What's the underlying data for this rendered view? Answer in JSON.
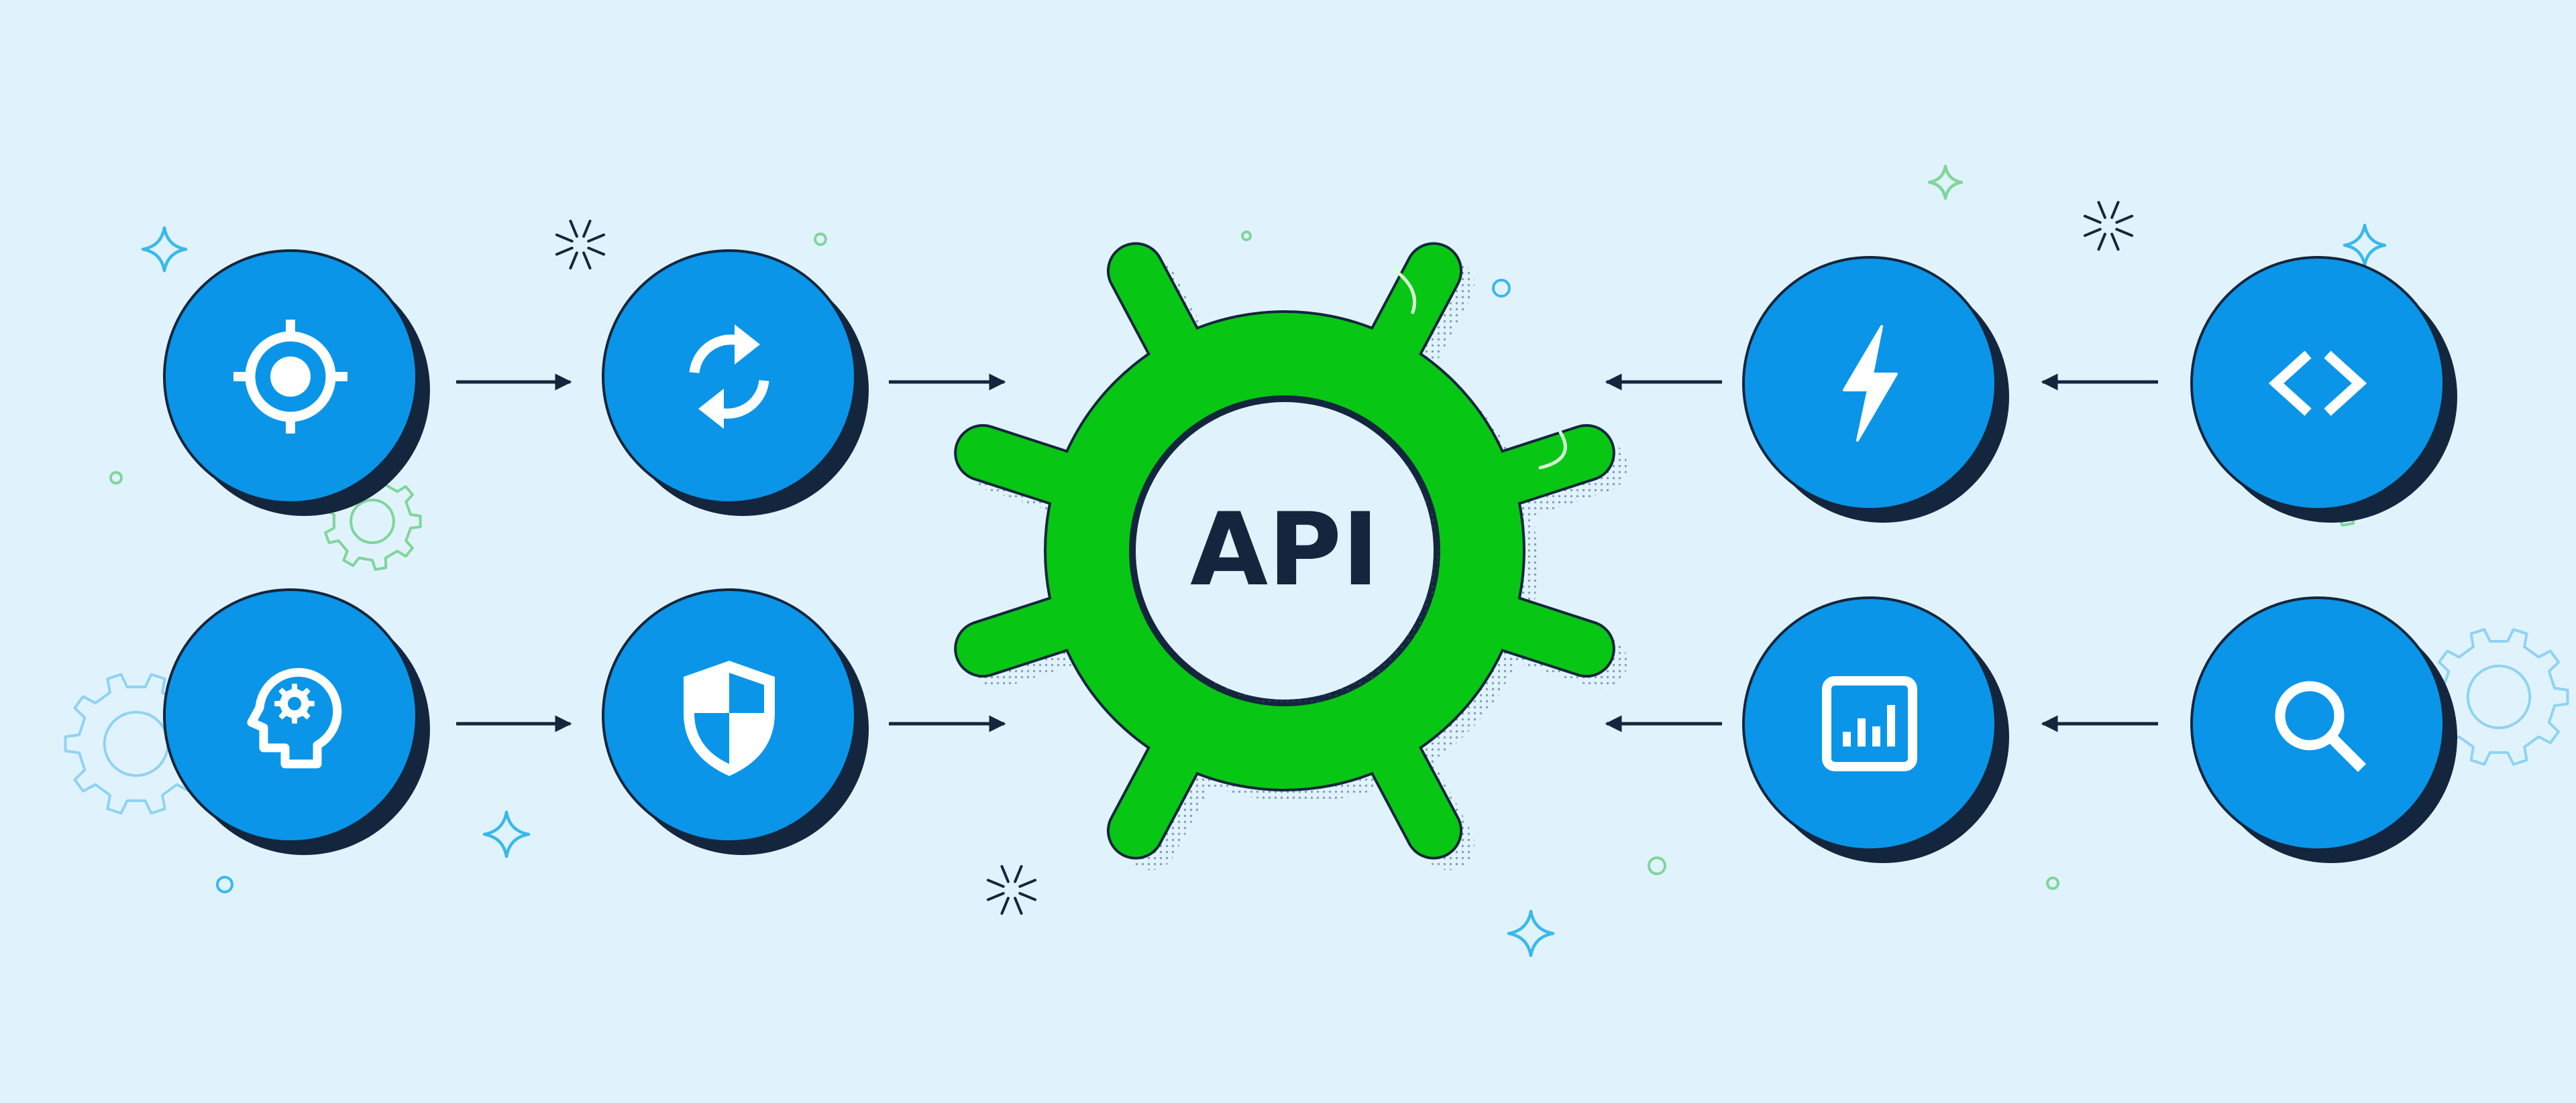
{
  "colors": {
    "background": "#e0f3fc",
    "node_blue": "#0a95e8",
    "outline": "#13263d",
    "hub_green": "#08c614",
    "hub_inner": "#e0f3fc",
    "icon_white": "#ffffff",
    "arrow": "#13263d",
    "sparkle_blue": "#3ab8ec",
    "sparkle_green": "#7fd69a",
    "gear_deco_blue": "#8fd3f3",
    "gear_deco_green": "#7fd69a"
  },
  "hub": {
    "label": "API",
    "icon": "gear-icon"
  },
  "nodes": [
    {
      "id": "target",
      "icon": "target-icon",
      "side": "left"
    },
    {
      "id": "sync",
      "icon": "sync-icon",
      "side": "left"
    },
    {
      "id": "mind",
      "icon": "head-gear-icon",
      "side": "left"
    },
    {
      "id": "security",
      "icon": "shield-icon",
      "side": "left"
    },
    {
      "id": "lightning",
      "icon": "lightning-icon",
      "side": "right"
    },
    {
      "id": "code",
      "icon": "code-icon",
      "side": "right"
    },
    {
      "id": "analytics",
      "icon": "bar-chart-icon",
      "side": "right"
    },
    {
      "id": "search",
      "icon": "search-icon",
      "side": "right"
    }
  ],
  "edges": [
    {
      "from": "target",
      "to": "sync"
    },
    {
      "from": "sync",
      "to": "hub"
    },
    {
      "from": "mind",
      "to": "security"
    },
    {
      "from": "security",
      "to": "hub"
    },
    {
      "from": "lightning",
      "to": "hub"
    },
    {
      "from": "code",
      "to": "lightning"
    },
    {
      "from": "analytics",
      "to": "hub"
    },
    {
      "from": "search",
      "to": "analytics"
    }
  ]
}
